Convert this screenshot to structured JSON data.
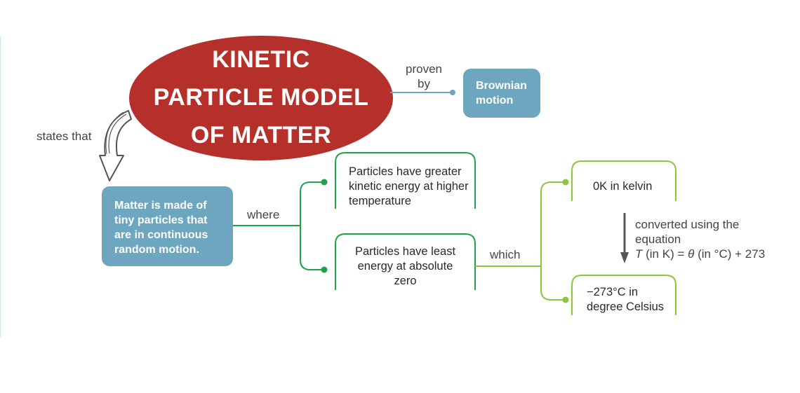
{
  "title": "KINETIC\nPARTICLE MODEL\nOF MATTER",
  "labels": {
    "proven": "proven",
    "by": "by",
    "states_that": "states that",
    "where": "where",
    "which": "which",
    "converted": "converted using the",
    "equation": "equation",
    "formula_T": "T",
    "formula_mid": " (in K) = ",
    "formula_theta": "θ",
    "formula_end": " (in °C) + 273"
  },
  "boxes": {
    "brownian": "Brownian motion",
    "matter": "Matter is made of tiny particles that are in continuous random motion.",
    "greater_ke": "Particles have greater kinetic energy at higher temperature",
    "least_energy": "Particles have least energy at absolute zero",
    "kelvin": "0K in kelvin",
    "celsius": "−273°C in degree Celsius"
  },
  "colors": {
    "title_fill": "#b5302a",
    "blue_box": "#6ca7bf",
    "dark_green": "#1fa34a",
    "light_green": "#8cc63f",
    "arrow_gray": "#555555"
  }
}
